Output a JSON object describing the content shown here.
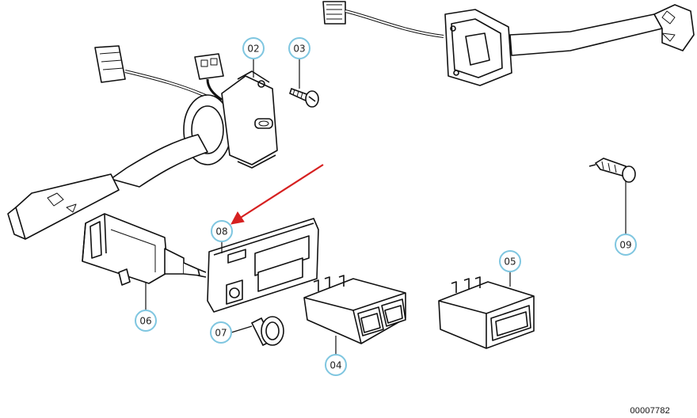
{
  "callouts": [
    {
      "id": "c02",
      "label": "02"
    },
    {
      "id": "c03",
      "label": "03"
    },
    {
      "id": "c05",
      "label": "05"
    },
    {
      "id": "c06",
      "label": "06"
    },
    {
      "id": "c07",
      "label": "07"
    },
    {
      "id": "c08",
      "label": "08"
    },
    {
      "id": "c04",
      "label": "04"
    },
    {
      "id": "c09",
      "label": "09"
    }
  ],
  "document_number": "00007782",
  "colors": {
    "line": "#111111",
    "callout_ring": "#7fc6e0",
    "highlight_arrow": "#d62020",
    "background": "#ffffff"
  }
}
